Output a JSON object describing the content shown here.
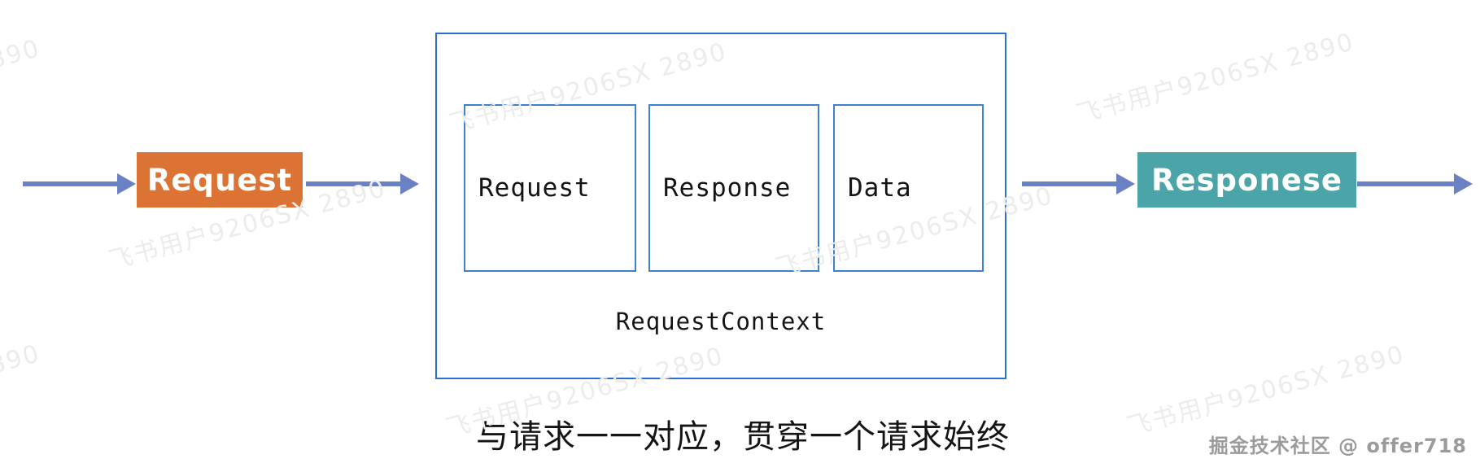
{
  "diagram": {
    "input_box": {
      "label": "Request"
    },
    "output_box": {
      "label": "Responese"
    },
    "context_box": {
      "label": "RequestContext",
      "items": [
        {
          "label": "Request"
        },
        {
          "label": "Response"
        },
        {
          "label": "Data"
        }
      ]
    },
    "caption": "与请求一一对应，贯穿一个请求始终"
  },
  "watermark": {
    "text": "飞书用户9206SX 2890"
  },
  "credit": {
    "text": "掘金技术社区 @ offer718"
  },
  "colors": {
    "orange_box": "#DB7334",
    "teal_box": "#4BA4A8",
    "arrow": "#6A82C3",
    "outer_border": "#2A6FD2",
    "inner_border": "#4080CC",
    "watermark": "#ececec",
    "credit": "#9b9b9b"
  }
}
